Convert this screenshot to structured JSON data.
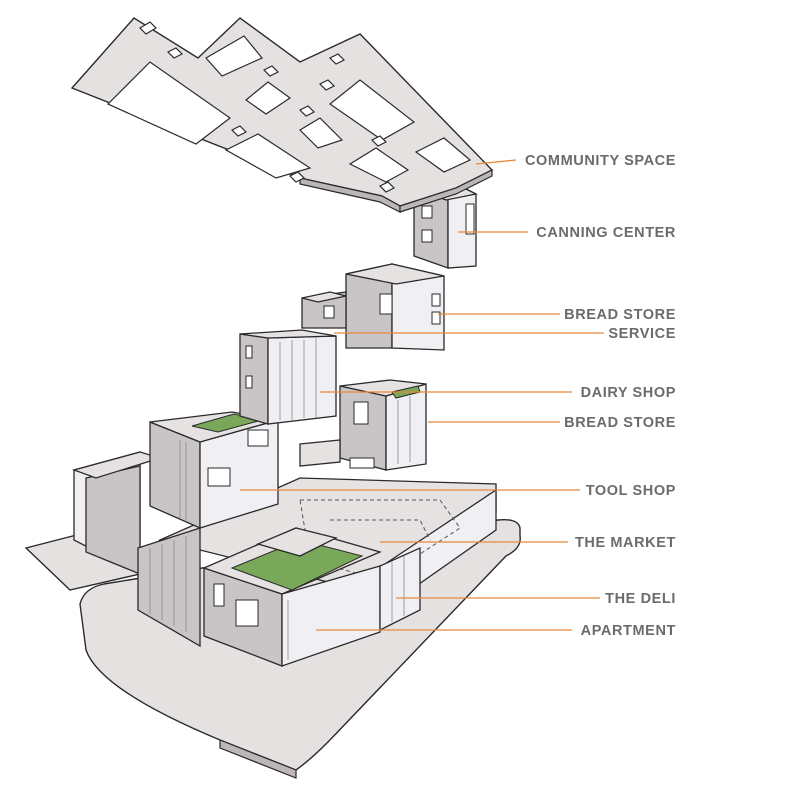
{
  "labels": [
    {
      "id": "community-space",
      "text": "COMMUNITY SPACE"
    },
    {
      "id": "canning-center",
      "text": "CANNING CENTER"
    },
    {
      "id": "bread-store-upper",
      "text": "BREAD STORE"
    },
    {
      "id": "service",
      "text": "SERVICE"
    },
    {
      "id": "dairy-shop",
      "text": "DAIRY SHOP"
    },
    {
      "id": "bread-store-lower",
      "text": "BREAD STORE"
    },
    {
      "id": "tool-shop",
      "text": "TOOL SHOP"
    },
    {
      "id": "the-market",
      "text": "THE MARKET"
    },
    {
      "id": "the-deli",
      "text": "THE DELI"
    },
    {
      "id": "apartment",
      "text": "APARTMENT"
    }
  ],
  "colors": {
    "leader": "#e8893a",
    "label_text": "#6b6b6b",
    "green_roof": "#7aa85a"
  }
}
